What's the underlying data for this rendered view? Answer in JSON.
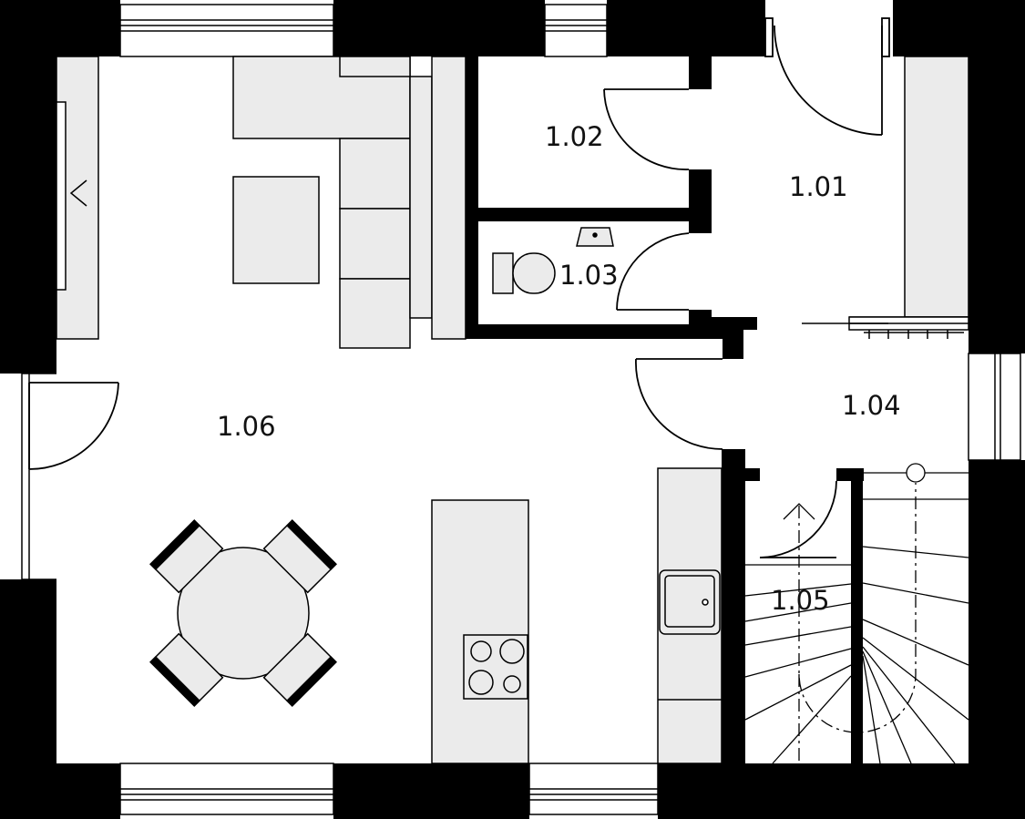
{
  "rooms": [
    {
      "id": "room-1-01",
      "label": "1.01"
    },
    {
      "id": "room-1-02",
      "label": "1.02"
    },
    {
      "id": "room-1-03",
      "label": "1.03"
    },
    {
      "id": "room-1-04",
      "label": "1.04"
    },
    {
      "id": "room-1-05",
      "label": "1.05"
    },
    {
      "id": "room-1-06",
      "label": "1.06"
    }
  ],
  "colors": {
    "wall": "#000000",
    "furniture_fill": "#ebebeb",
    "line": "#000000",
    "background": "#ffffff"
  }
}
